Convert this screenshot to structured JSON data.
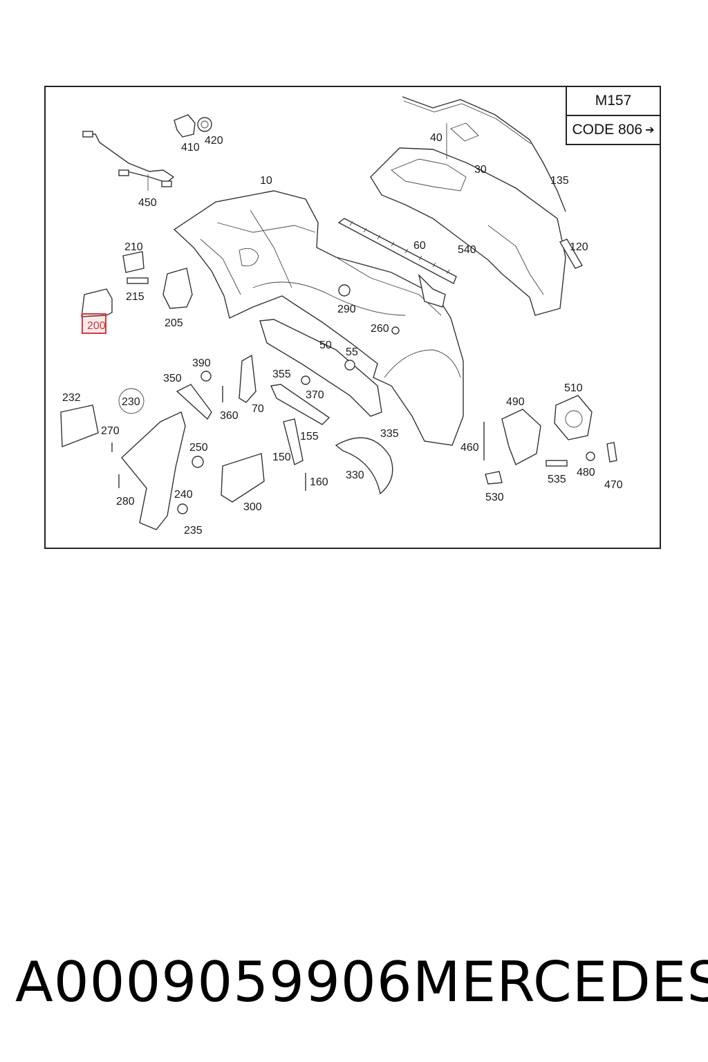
{
  "code_box": {
    "model": "M157",
    "code": "CODE 806",
    "code_arrow_icon": "arrow-right-icon"
  },
  "labels": {
    "p10": "10",
    "p30": "30",
    "p40": "40",
    "p50": "50",
    "p55": "55",
    "p60": "60",
    "p70": "70",
    "p120": "120",
    "p135": "135",
    "p150": "150",
    "p155": "155",
    "p160": "160",
    "p200": "200",
    "p205": "205",
    "p210": "210",
    "p215": "215",
    "p230": "230",
    "p232": "232",
    "p235": "235",
    "p240": "240",
    "p250": "250",
    "p260": "260",
    "p270": "270",
    "p280": "280",
    "p290": "290",
    "p300": "300",
    "p330": "330",
    "p335": "335",
    "p350": "350",
    "p355": "355",
    "p360": "360",
    "p370": "370",
    "p390": "390",
    "p410": "410",
    "p420": "420",
    "p450": "450",
    "p460": "460",
    "p470": "470",
    "p480": "480",
    "p490": "490",
    "p510": "510",
    "p530": "530",
    "p535": "535",
    "p540": "540"
  },
  "highlighted_part": "200",
  "highlight_color": "#d9363e",
  "footer": {
    "part_number": "A0009059906",
    "brand": "MERCEDES"
  }
}
